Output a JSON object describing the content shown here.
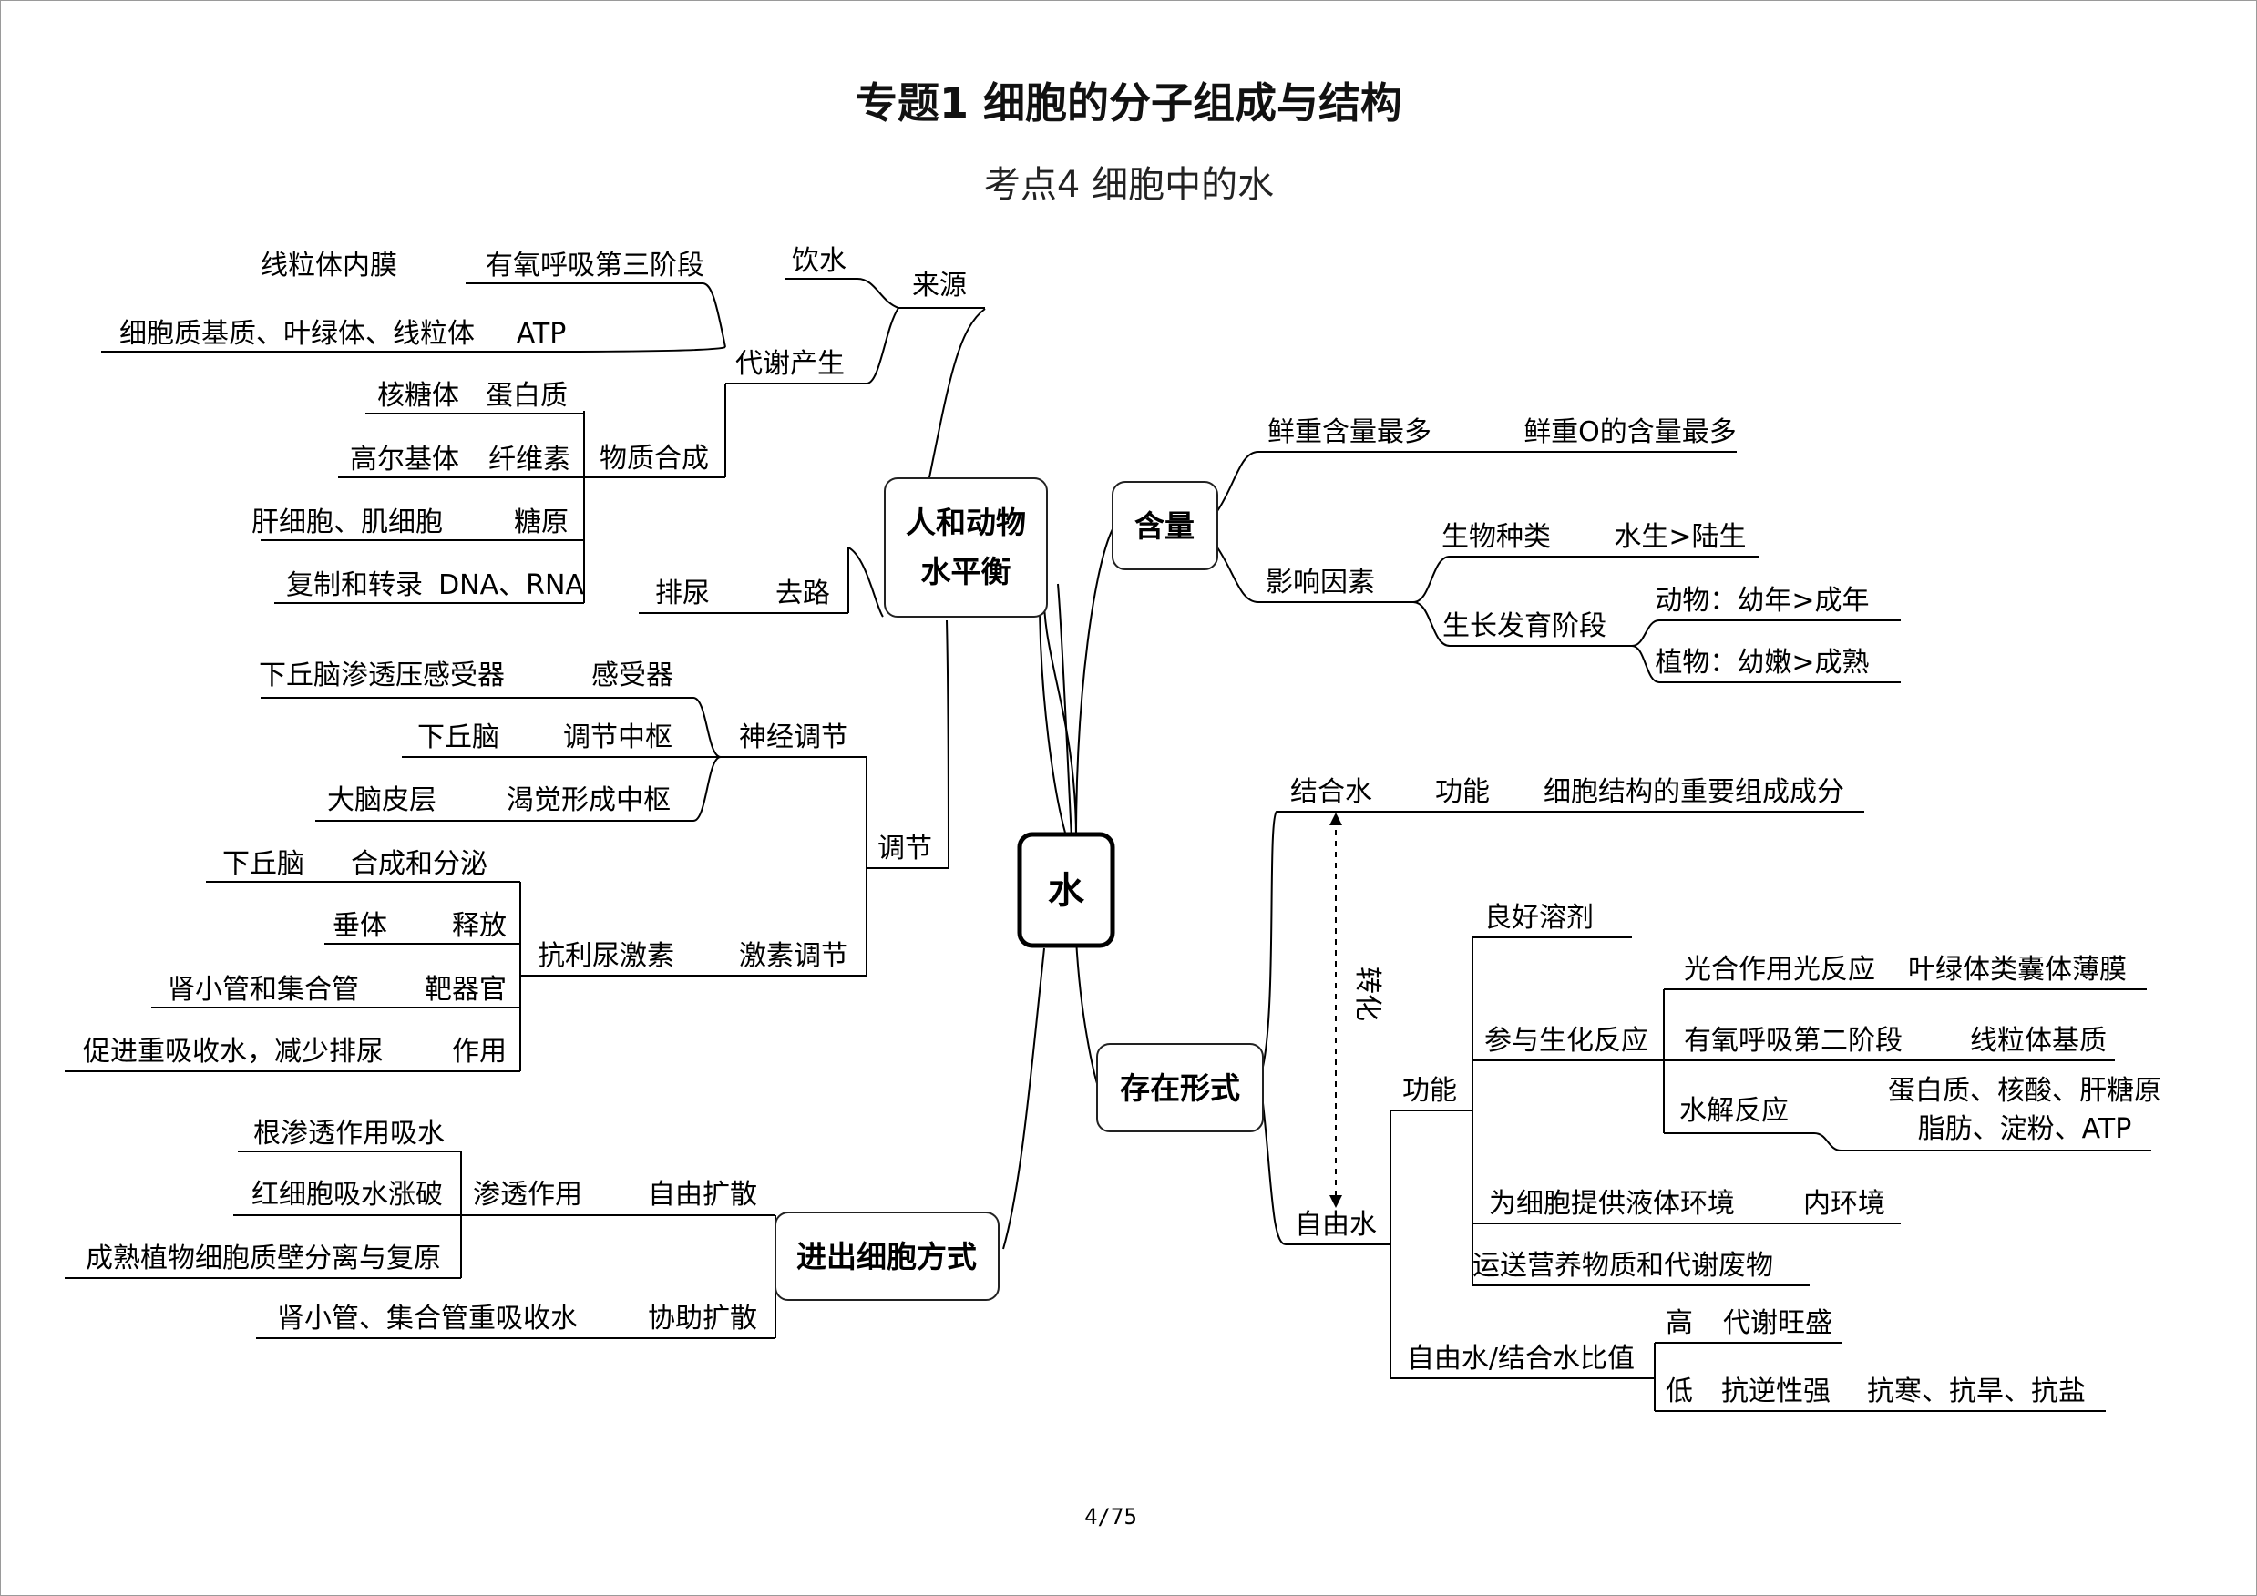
{
  "title": "专题1  细胞的分子组成与结构",
  "subtitle": "考点4  细胞中的水",
  "page_number": "4/75",
  "center": "水",
  "branches": {
    "balance": {
      "label_line1": "人和动物",
      "label_line2": "水平衡",
      "source": {
        "label": "来源",
        "drink": "饮水",
        "metabolic": {
          "label": "代谢产生",
          "items": [
            {
              "place": "线粒体内膜",
              "process": "有氧呼吸第三阶段"
            },
            {
              "place": "细胞质基质、叶绿体、线粒体",
              "process": "ATP"
            }
          ],
          "synthesis": {
            "label": "物质合成",
            "items": [
              {
                "place": "核糖体",
                "product": "蛋白质"
              },
              {
                "place": "高尔基体",
                "product": "纤维素"
              },
              {
                "place": "肝细胞、肌细胞",
                "product": "糖原"
              },
              {
                "place": "复制和转录",
                "product": "DNA、RNA"
              }
            ]
          }
        }
      },
      "outlet": {
        "label": "去路",
        "item": "排尿"
      },
      "regulation": {
        "label": "调节",
        "neural": {
          "label": "神经调节",
          "items": [
            {
              "a": "下丘脑渗透压感受器",
              "b": "感受器"
            },
            {
              "a": "下丘脑",
              "b": "调节中枢"
            },
            {
              "a": "大脑皮层",
              "b": "渴觉形成中枢"
            }
          ]
        },
        "hormonal": {
          "label": "激素调节",
          "hormone": "抗利尿激素",
          "items": [
            {
              "a": "下丘脑",
              "b": "合成和分泌"
            },
            {
              "a": "垂体",
              "b": "释放"
            },
            {
              "a": "肾小管和集合管",
              "b": "靶器官"
            },
            {
              "a": "促进重吸收水，减少排尿",
              "b": "作用"
            }
          ]
        }
      }
    },
    "transport": {
      "label": "进出细胞方式",
      "free": {
        "label": "自由扩散",
        "osmosis": "渗透作用",
        "examples": [
          "根渗透作用吸水",
          "红细胞吸水涨破",
          "成熟植物细胞质壁分离与复原"
        ]
      },
      "facilitated": {
        "label": "协助扩散",
        "example": "肾小管、集合管重吸收水"
      }
    },
    "content": {
      "label": "含量",
      "most": {
        "label": "鲜重含量最多",
        "note": "鲜重O的含量最多"
      },
      "factors": {
        "label": "影响因素",
        "species": {
          "label": "生物种类",
          "value": "水生>陆生"
        },
        "stage": {
          "label": "生长发育阶段",
          "animal": "动物：幼年>成年",
          "plant": "植物：幼嫩>成熟"
        }
      }
    },
    "forms": {
      "label": "存在形式",
      "convert": "转化",
      "bound": {
        "label": "结合水",
        "func_label": "功能",
        "func": "细胞结构的重要组成成分"
      },
      "free": {
        "label": "自由水",
        "function": {
          "label": "功能",
          "solvent": "良好溶剂",
          "reaction": {
            "label": "参与生化反应",
            "items": [
              {
                "a": "光合作用光反应",
                "b": "叶绿体类囊体薄膜"
              },
              {
                "a": "有氧呼吸第二阶段",
                "b": "线粒体基质"
              },
              {
                "a": "水解反应",
                "b1": "蛋白质、核酸、肝糖原",
                "b2": "脂肪、淀粉、ATP"
              }
            ]
          },
          "environment": {
            "a": "为细胞提供液体环境",
            "b": "内环境"
          },
          "transport": "运送营养物质和代谢废物"
        },
        "ratio": {
          "label": "自由水/结合水比值",
          "high": {
            "level": "高",
            "effect": "代谢旺盛"
          },
          "low": {
            "level": "低",
            "effect": "抗逆性强",
            "examples": "抗寒、抗旱、抗盐"
          }
        }
      }
    }
  }
}
